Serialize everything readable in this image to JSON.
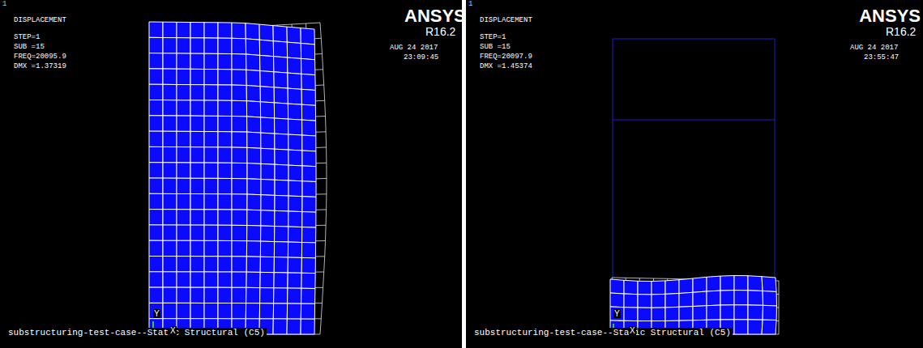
{
  "diagram": {
    "labels": [
      "1",
      "DISPLACEMENT",
      "STEP=1",
      "SUB =15",
      "FREQ=20095.9",
      "DMX =1.37319",
      "ANSYS",
      "R16.2",
      "AUG 24 2017",
      "23:09:45",
      "substructuring-test-case--Static Structural (C5)",
      "Y",
      "X",
      "1",
      "DISPLACEMENT",
      "STEP=1",
      "SUB =15",
      "FREQ=20097.9",
      "DMX =1.45374",
      "ANSYS",
      "R16.2",
      "AUG 24 2017",
      "23:55:47",
      "substructuring-test-case--Static Structural (C5)",
      "Y",
      "X"
    ]
  }
}
